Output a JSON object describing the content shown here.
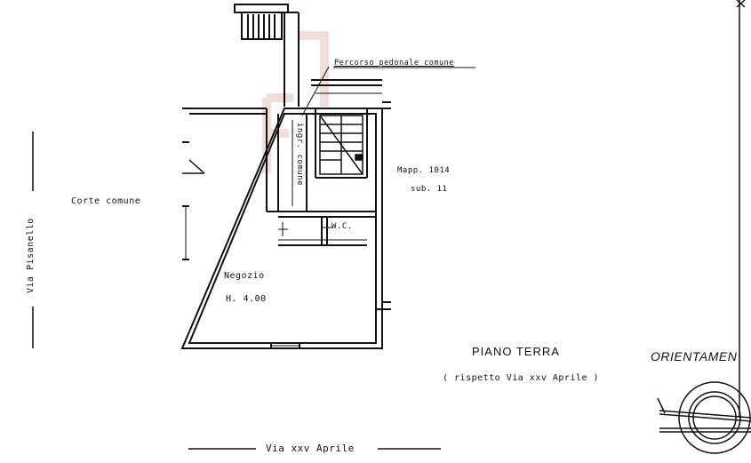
{
  "plan": {
    "title": "PIANO TERRA",
    "subtitle": "( rispetto Via xxv Aprile )",
    "orientation_label": "ORIENTAMEN"
  },
  "streets": {
    "left": "Via Pisanello",
    "bottom": "Via xxv Aprile"
  },
  "rooms": {
    "shop_name": "Negozio",
    "shop_height": "H. 4.00",
    "wc": "W.C.",
    "corridor": "ingr. comune",
    "courtyard": "Corte comune"
  },
  "walkway": "Percorso pedonale comune",
  "parcel": {
    "mapp": "Mapp. 1014",
    "sub": "sub. 11"
  },
  "colors": {
    "ink": "#111111",
    "watermark": "#e7b9b9"
  }
}
